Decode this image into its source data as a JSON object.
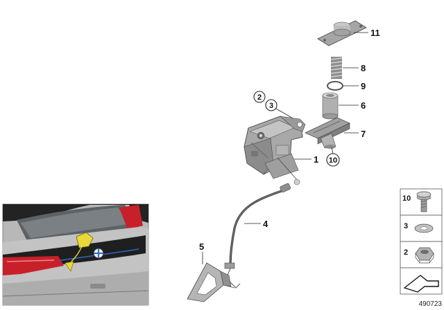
{
  "parts": [
    {
      "number": "11"
    },
    {
      "number": "8"
    },
    {
      "number": "9"
    },
    {
      "number": "6"
    },
    {
      "number": "7"
    },
    {
      "number": "10"
    },
    {
      "number": "2"
    },
    {
      "number": "3"
    },
    {
      "number": "1"
    },
    {
      "number": "4"
    },
    {
      "number": "5"
    }
  ],
  "legend": [
    {
      "number": "10",
      "icon": "screw-icon"
    },
    {
      "number": "3",
      "icon": "washer-icon"
    },
    {
      "number": "2",
      "icon": "hex-nut-icon"
    },
    {
      "icon": "arrow-icon"
    }
  ],
  "diagram_id": "490723",
  "colors": {
    "line": "#222222",
    "part_fill": "#b9b9b9",
    "part_dark": "#7d7d7d",
    "part_light": "#dedede",
    "photo_body": "#bfbfbf",
    "photo_black": "#1e1e1e",
    "taillight_red": "#c8202a",
    "highlight_yellow": "#e8d83a"
  }
}
